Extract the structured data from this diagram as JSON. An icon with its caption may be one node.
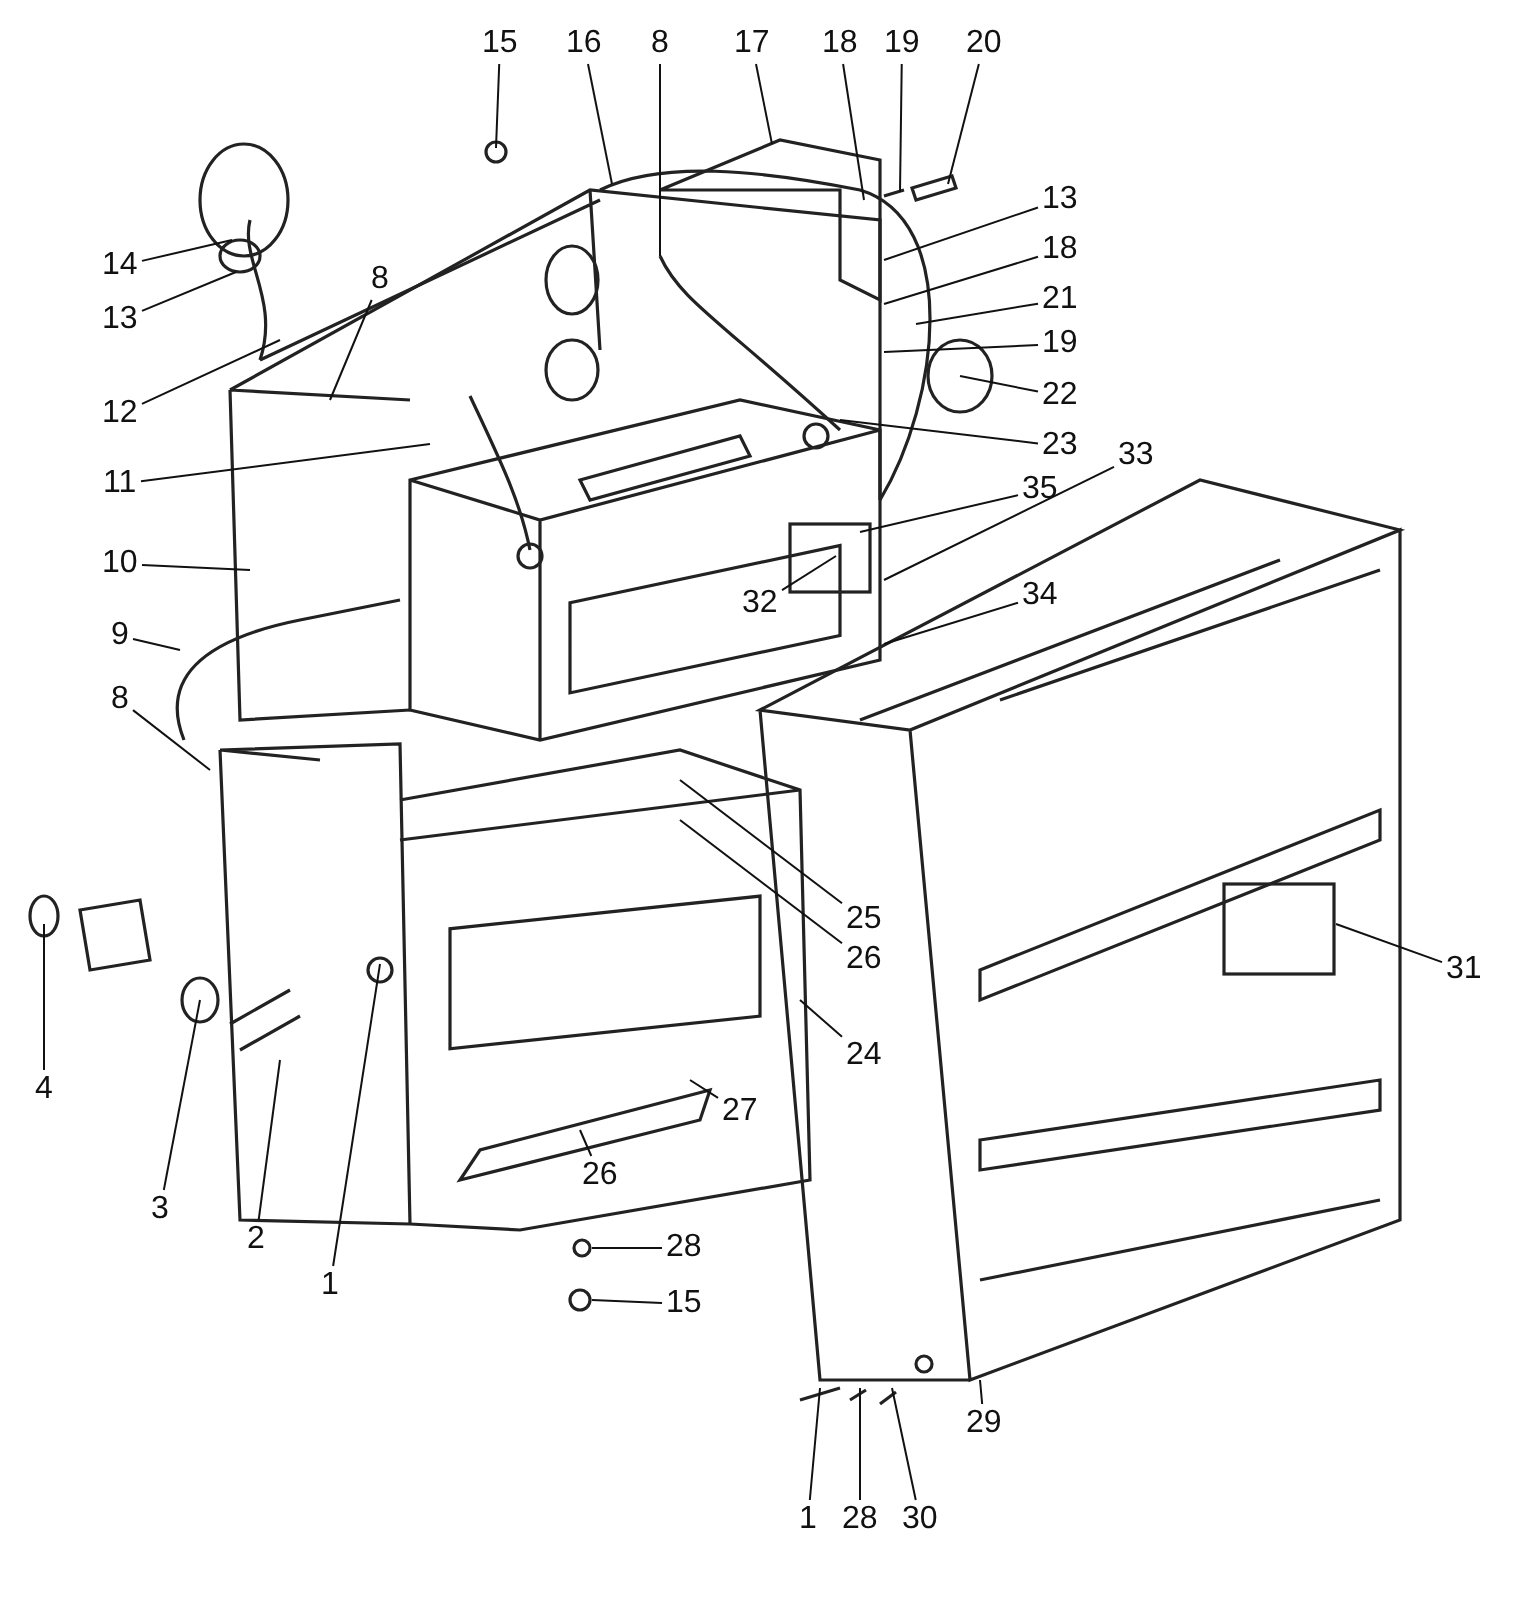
{
  "diagram": {
    "nodes": [
      {
        "text": [
          "15"
        ]
      },
      {
        "text": [
          "16"
        ]
      },
      {
        "text": [
          "8"
        ]
      },
      {
        "text": [
          "17"
        ]
      },
      {
        "text": [
          "18"
        ]
      },
      {
        "text": [
          "19"
        ]
      },
      {
        "text": [
          "20"
        ]
      },
      {
        "text": [
          "13"
        ]
      },
      {
        "text": [
          "18"
        ]
      },
      {
        "text": [
          "21"
        ]
      },
      {
        "text": [
          "19"
        ]
      },
      {
        "text": [
          "22"
        ]
      },
      {
        "text": [
          "23"
        ]
      },
      {
        "text": [
          "14"
        ]
      },
      {
        "text": [
          "13"
        ]
      },
      {
        "text": [
          "8"
        ]
      },
      {
        "text": [
          "12"
        ]
      },
      {
        "text": [
          "11"
        ]
      },
      {
        "text": [
          "10"
        ]
      },
      {
        "text": [
          "9"
        ]
      },
      {
        "text": [
          "8"
        ]
      },
      {
        "text": [
          "33"
        ]
      },
      {
        "text": [
          "35"
        ]
      },
      {
        "text": [
          "32"
        ]
      },
      {
        "text": [
          "34"
        ]
      },
      {
        "text": [
          "25"
        ]
      },
      {
        "text": [
          "26"
        ]
      },
      {
        "text": [
          "31"
        ]
      },
      {
        "text": [
          "24"
        ]
      },
      {
        "text": [
          "27"
        ]
      },
      {
        "text": [
          "26"
        ]
      },
      {
        "text": [
          "28"
        ]
      },
      {
        "text": [
          "15"
        ]
      },
      {
        "text": [
          "4"
        ]
      },
      {
        "text": [
          "3"
        ]
      },
      {
        "text": [
          "2"
        ]
      },
      {
        "text": [
          "1"
        ]
      },
      {
        "text": [
          "29"
        ]
      },
      {
        "text": [
          "1"
        ]
      },
      {
        "text": [
          "28"
        ]
      },
      {
        "text": [
          "30"
        ]
      }
    ],
    "edges": [
      {
        "from": 0,
        "to": null,
        "arrow": "none"
      },
      {
        "from": 1,
        "to": null,
        "arrow": "none"
      },
      {
        "from": 2,
        "to": null,
        "arrow": "none"
      },
      {
        "from": 3,
        "to": null,
        "arrow": "none"
      },
      {
        "from": 4,
        "to": null,
        "arrow": "none"
      },
      {
        "from": 5,
        "to": null,
        "arrow": "none"
      },
      {
        "from": 6,
        "to": null,
        "arrow": "none"
      },
      {
        "from": 7,
        "to": null,
        "arrow": "none"
      },
      {
        "from": 8,
        "to": null,
        "arrow": "none"
      },
      {
        "from": 9,
        "to": null,
        "arrow": "none"
      },
      {
        "from": 10,
        "to": null,
        "arrow": "none"
      },
      {
        "from": 11,
        "to": null,
        "arrow": "none"
      },
      {
        "from": 12,
        "to": null,
        "arrow": "none"
      },
      {
        "from": 13,
        "to": null,
        "arrow": "none"
      },
      {
        "from": 14,
        "to": null,
        "arrow": "none"
      },
      {
        "from": 15,
        "to": null,
        "arrow": "none"
      },
      {
        "from": 16,
        "to": null,
        "arrow": "none"
      },
      {
        "from": 17,
        "to": null,
        "arrow": "none"
      },
      {
        "from": 18,
        "to": null,
        "arrow": "none"
      },
      {
        "from": 19,
        "to": null,
        "arrow": "none"
      },
      {
        "from": 20,
        "to": null,
        "arrow": "none"
      },
      {
        "from": 21,
        "to": null,
        "arrow": "none"
      },
      {
        "from": 22,
        "to": null,
        "arrow": "none"
      },
      {
        "from": 23,
        "to": null,
        "arrow": "none"
      },
      {
        "from": 24,
        "to": null,
        "arrow": "none"
      },
      {
        "from": 25,
        "to": null,
        "arrow": "none"
      },
      {
        "from": 26,
        "to": null,
        "arrow": "none"
      },
      {
        "from": 27,
        "to": null,
        "arrow": "none"
      },
      {
        "from": 28,
        "to": null,
        "arrow": "none"
      },
      {
        "from": 29,
        "to": null,
        "arrow": "none"
      },
      {
        "from": 30,
        "to": null,
        "arrow": "none"
      },
      {
        "from": 31,
        "to": null,
        "arrow": "none"
      },
      {
        "from": 32,
        "to": null,
        "arrow": "none"
      },
      {
        "from": 33,
        "to": null,
        "arrow": "none"
      },
      {
        "from": 34,
        "to": null,
        "arrow": "none"
      },
      {
        "from": 35,
        "to": null,
        "arrow": "none"
      },
      {
        "from": 36,
        "to": null,
        "arrow": "none"
      },
      {
        "from": 37,
        "to": null,
        "arrow": "none"
      },
      {
        "from": 38,
        "to": null,
        "arrow": "none"
      },
      {
        "from": 39,
        "to": null,
        "arrow": "none"
      },
      {
        "from": 40,
        "to": null,
        "arrow": "none"
      }
    ]
  }
}
